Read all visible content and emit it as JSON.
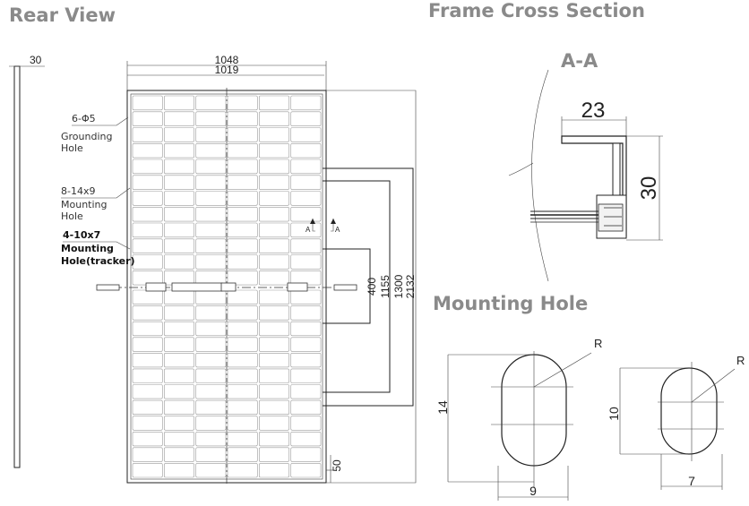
{
  "headings": {
    "rear_view": "Rear View",
    "frame_cross_section": "Frame Cross Section",
    "section_label": "A-A",
    "mounting_hole": "Mounting Hole"
  },
  "rear": {
    "frame_thickness": "30",
    "overall_width": "1048",
    "inner_width": "1019",
    "grounding": {
      "spec": "6-Φ5",
      "line1": "Grounding",
      "line2": "Hole"
    },
    "mounting": {
      "spec": "8-14x9",
      "line1": "Mounting",
      "line2": "Hole"
    },
    "tracker": {
      "spec": "4-10x7",
      "line1": "Mounting",
      "line2": "Hole(tracker)"
    },
    "section_mark": "A",
    "dim_400": "400",
    "dim_1155": "1155",
    "dim_1300": "1300",
    "dim_2132": "2132",
    "dim_50": "50"
  },
  "cross_section": {
    "width": "23",
    "height": "30"
  },
  "holes": {
    "large": {
      "height": "14",
      "width": "9",
      "radius": "R"
    },
    "small": {
      "height": "10",
      "width": "7",
      "radius": "R"
    }
  }
}
